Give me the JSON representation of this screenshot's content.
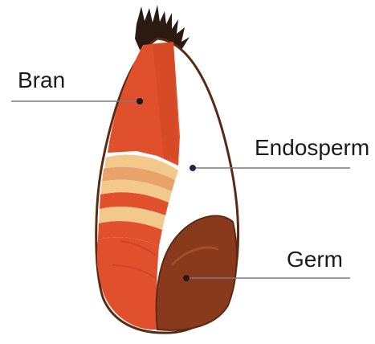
{
  "diagram": {
    "labels": {
      "bran": "Bran",
      "endosperm": "Endosperm",
      "germ": "Germ"
    },
    "colors": {
      "bran": "#e0502c",
      "bran_dark": "#c23e1e",
      "endosperm": "#ffffff",
      "germ": "#8a3a1c",
      "hull_outline": "#5a2a14",
      "layer_light": "#f2c98a",
      "layer_mid": "#e9a26a",
      "leader_line": "#7a7a7a"
    }
  }
}
